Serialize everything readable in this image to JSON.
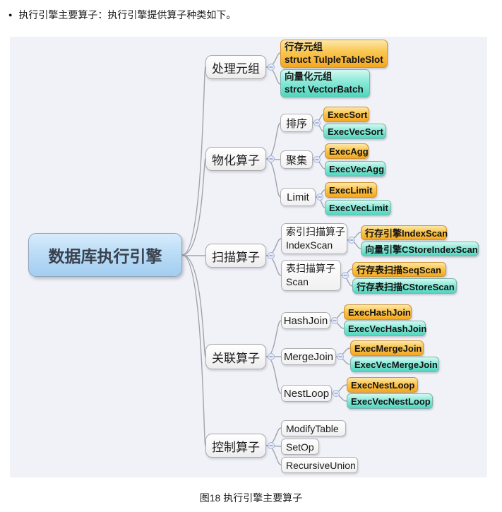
{
  "header": {
    "bullet": "●",
    "text": "执行引擎主要算子：执行引擎提供算子种类如下。"
  },
  "caption": "图18 执行引擎主要算子",
  "palette": {
    "row_store_top": "#FDE7AC",
    "row_store_bottom": "#F4A720",
    "row_store_border": "#D19432",
    "vectorized_top": "#D4F8F0",
    "vectorized_bottom": "#50D6BE",
    "vectorized_border": "#7FB3AC",
    "root_top": "#D8ECFB",
    "root_bottom": "#A3CDF1",
    "panel_background": "#F1F2F8",
    "connector_line": "#A0A4AC",
    "collapse_icon": "−"
  },
  "tree": {
    "root": "数据库执行引擎",
    "process": {
      "label": "处理元组",
      "row": {
        "line1": "行存元组",
        "line2": "struct TulpleTableSlot"
      },
      "vec": {
        "line1": "向量化元组",
        "line2": "strct VectorBatch"
      }
    },
    "material": {
      "label": "物化算子",
      "sort": {
        "label": "排序",
        "row": "ExecSort",
        "vec": "ExecVecSort"
      },
      "agg": {
        "label": "聚集",
        "row": "ExecAgg",
        "vec": "ExecVecAgg"
      },
      "limit": {
        "label": "Limit",
        "row": "ExecLimit",
        "vec": "ExecVecLimit"
      }
    },
    "scan": {
      "label": "扫描算子",
      "index": {
        "line1": "索引扫描算子",
        "line2": "IndexScan",
        "row": "行存引擎IndexScan",
        "vec": "向量引擎CStoreIndexScan"
      },
      "table": {
        "line1": "表扫描算子",
        "line2": "Scan",
        "row": "行存表扫描SeqScan",
        "vec": "行存表扫描CStoreScan"
      }
    },
    "join": {
      "label": "关联算子",
      "hash": {
        "label": "HashJoin",
        "row": "ExecHashJoin",
        "vec": "ExecVecHashJoin"
      },
      "merge": {
        "label": "MergeJoin",
        "row": "ExecMergeJoin",
        "vec": "ExecVecMergeJoin"
      },
      "nest": {
        "label": "NestLoop",
        "row": "ExecNestLoop",
        "vec": "ExecVecNestLoop"
      }
    },
    "control": {
      "label": "控制算子",
      "children": [
        "ModifyTable",
        "SetOp",
        "RecursiveUnion"
      ]
    }
  }
}
